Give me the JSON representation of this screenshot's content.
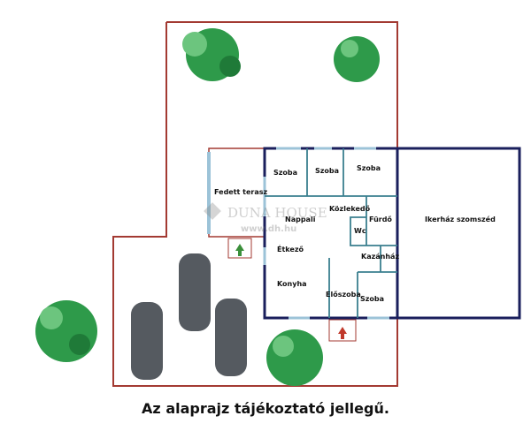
{
  "rooms": {
    "szoba1": "Szoba",
    "szoba2": "Szoba",
    "szoba3": "Szoba",
    "szoba4": "Szoba",
    "fedett_terasz": "Fedett terasz",
    "nappali": "Nappali",
    "kozlekedo": "Közlekedő",
    "furdo": "Fürdő",
    "wc": "Wc",
    "etkezo": "Étkező",
    "kazanhaz": "Kazánház",
    "konyha": "Konyha",
    "eloszoba": "Előszoba",
    "ikerhaz": "Ikerház szomszéd"
  },
  "watermark": {
    "brand": "DUNA HOUSE",
    "url": "www.dh.hu"
  },
  "caption": "Az alaprajz tájékoztató jellegű.",
  "colors": {
    "wall": "#1a1f5c",
    "plot": "#a33a32",
    "window": "#9cc3d8",
    "tree": "#2e9a4a",
    "car": "#555a60"
  }
}
